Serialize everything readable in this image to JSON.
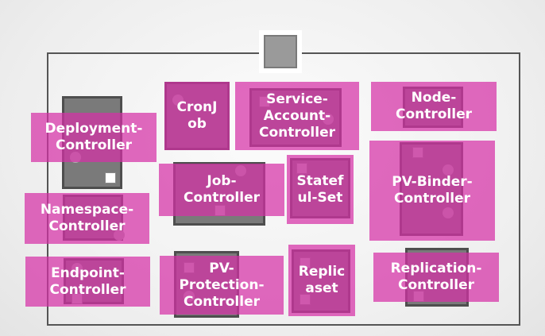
{
  "diagram": {
    "controllers": [
      {
        "id": "deployment",
        "label": "Deployment-\nController"
      },
      {
        "id": "cronjob",
        "label": "CronJ\nob"
      },
      {
        "id": "serviceaccount",
        "label": "Service-\nAccount-\nController"
      },
      {
        "id": "node",
        "label": "Node-\nController"
      },
      {
        "id": "job",
        "label": "Job-\nController"
      },
      {
        "id": "statefulset",
        "label": "Statef\nul-Set"
      },
      {
        "id": "pvbinder",
        "label": "PV-Binder-\nController"
      },
      {
        "id": "namespace",
        "label": "Namespace-\nController"
      },
      {
        "id": "endpoint",
        "label": "Endpoint-\nController"
      },
      {
        "id": "pvprotection",
        "label": "PV-\nProtection-\nController"
      },
      {
        "id": "replicaset",
        "label": "Replic\naset"
      },
      {
        "id": "replication",
        "label": "Replication-\nController"
      }
    ]
  },
  "colors": {
    "highlight": "#d630a6",
    "block": "#7a7a7a",
    "frame": "#555555"
  }
}
